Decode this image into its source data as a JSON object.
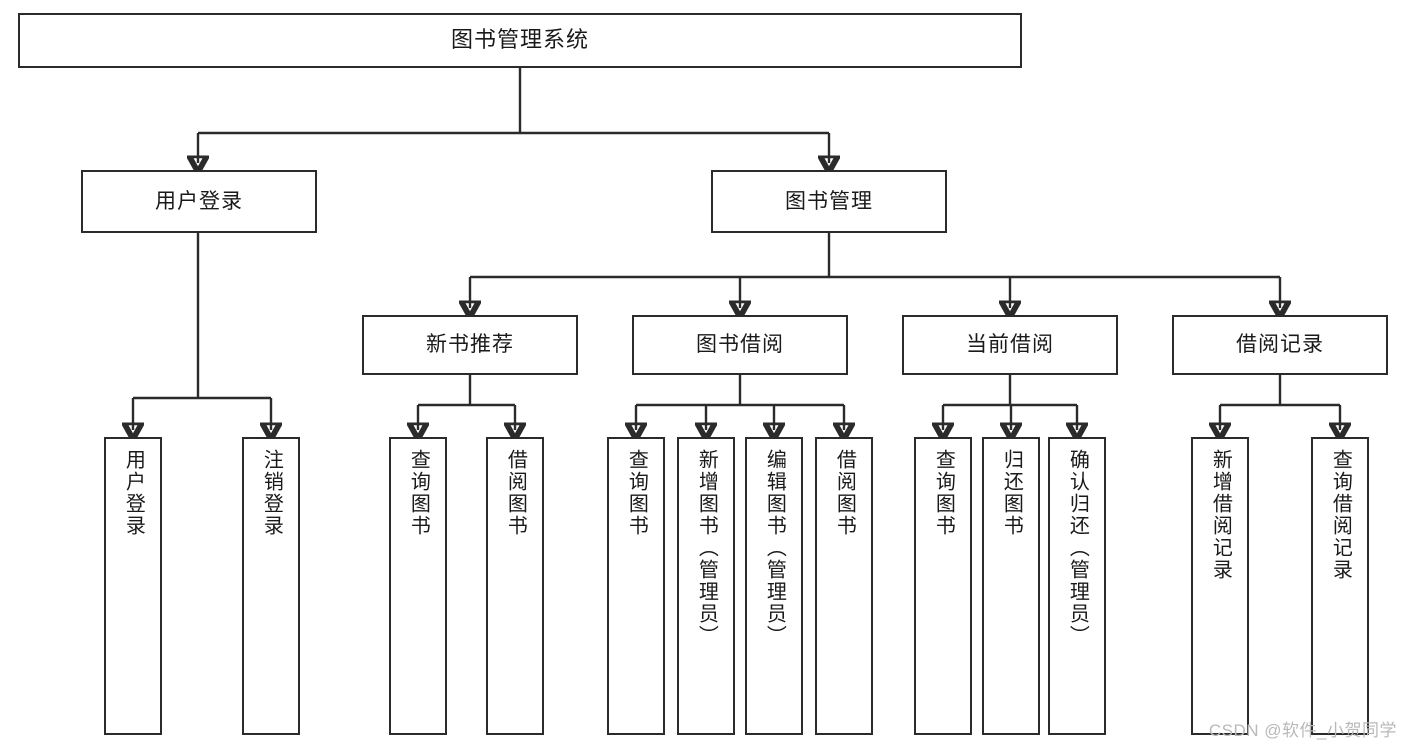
{
  "diagram": {
    "type": "tree-hierarchy-chart",
    "title": "图书管理系统",
    "watermark": "CSDN @软件_小贺同学",
    "colors": {
      "stroke": "#2b2b2b",
      "fill": "#ffffff",
      "text": "#1a1a1a",
      "watermark": "#b9b9b9"
    },
    "nodes": {
      "root": {
        "label": "图书管理系统",
        "level": 1
      },
      "user_login": {
        "label": "用户登录",
        "level": 2
      },
      "book_manage": {
        "label": "图书管理",
        "level": 2
      },
      "new_book_rec": {
        "label": "新书推荐",
        "level": 3
      },
      "book_borrow": {
        "label": "图书借阅",
        "level": 3
      },
      "current_borrow": {
        "label": "当前借阅",
        "level": 3
      },
      "borrow_record": {
        "label": "借阅记录",
        "level": 3
      },
      "leaf_user_login": {
        "label": "用户登录",
        "level": 4
      },
      "leaf_logout": {
        "label": "注销登录",
        "level": 4
      },
      "leaf_query_book_1": {
        "label": "查询图书",
        "level": 4
      },
      "leaf_borrow_book_1": {
        "label": "借阅图书",
        "level": 4
      },
      "leaf_query_book_2": {
        "label": "查询图书",
        "level": 4
      },
      "leaf_add_book": {
        "label": "新增图书（管理员）",
        "level": 4
      },
      "leaf_edit_book": {
        "label": "编辑图书（管理员）",
        "level": 4
      },
      "leaf_borrow_book_2": {
        "label": "借阅图书",
        "level": 4
      },
      "leaf_query_book_3": {
        "label": "查询图书",
        "level": 4
      },
      "leaf_return_book": {
        "label": "归还图书",
        "level": 4
      },
      "leaf_confirm_return": {
        "label": "确认归还（管理员）",
        "level": 4
      },
      "leaf_add_record": {
        "label": "新增借阅记录",
        "level": 4
      },
      "leaf_query_record": {
        "label": "查询借阅记录",
        "level": 4
      }
    }
  }
}
